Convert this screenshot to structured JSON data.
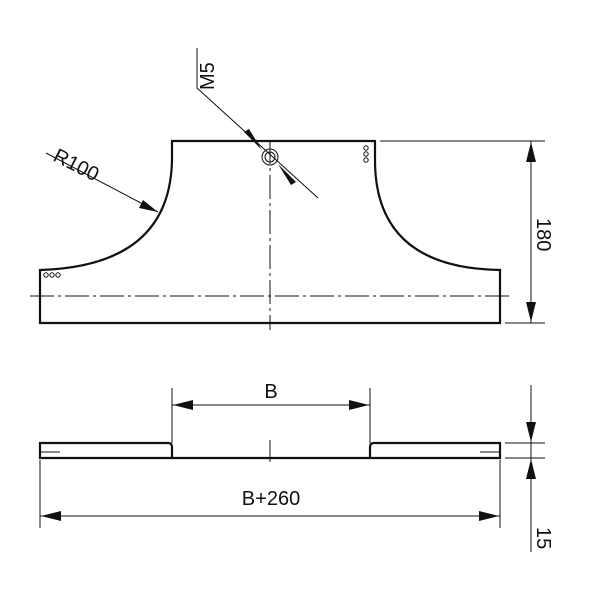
{
  "drawing": {
    "top_view": {
      "radius_label": "R100",
      "thread_label": "M5",
      "height_label": "180"
    },
    "side_view": {
      "inner_width_label": "B",
      "overall_width_label": "B+260",
      "thickness_label": "15"
    }
  }
}
